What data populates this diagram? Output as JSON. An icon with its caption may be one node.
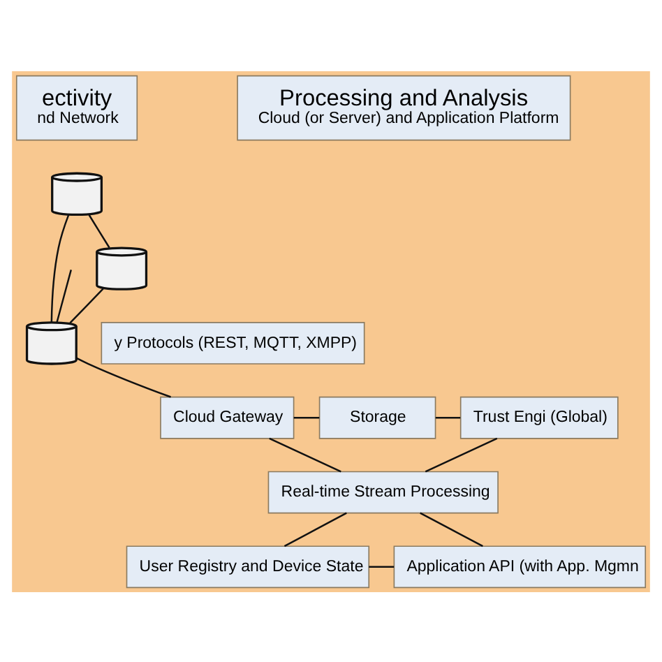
{
  "diagram": {
    "nodes": [
      {
        "text": [
          "ectivity",
          "nd Network"
        ]
      },
      {
        "text": [
          "Processing and Analysis",
          "Cloud (or Server) and Application Platform"
        ]
      },
      {
        "text": [],
        "shape": "cylinder"
      },
      {
        "text": [],
        "shape": "cylinder"
      },
      {
        "text": [],
        "shape": "cylinder"
      },
      {
        "text": [
          "Cloud Gateway"
        ]
      },
      {
        "text": [
          "Storage"
        ]
      },
      {
        "text": [
          "Trust Engi (Global)"
        ]
      },
      {
        "text": [
          "Real-time Stream Processing"
        ]
      },
      {
        "text": [
          "User Registry and Device State"
        ]
      },
      {
        "text": [
          "Application API (with App. Mgmn"
        ]
      },
      {
        "text": [
          "y Protocols (REST, MQTT, XMPP)"
        ]
      }
    ],
    "edges": [
      {
        "from": 2,
        "to": 3,
        "arrow": "none"
      },
      {
        "from": 2,
        "to": 4,
        "arrow": "none"
      },
      {
        "from": null,
        "to": 3,
        "arrow": "none"
      },
      {
        "from": 4,
        "to": 3,
        "arrow": "none"
      },
      {
        "from": 3,
        "to": 5,
        "arrow": "none"
      },
      {
        "from": 5,
        "to": 6,
        "arrow": "none"
      },
      {
        "from": 6,
        "to": 7,
        "arrow": "none"
      },
      {
        "from": 5,
        "to": 8,
        "arrow": "none"
      },
      {
        "from": 7,
        "to": 8,
        "arrow": "none"
      },
      {
        "from": 8,
        "to": 9,
        "arrow": "none"
      },
      {
        "from": 8,
        "to": 10,
        "arrow": "none"
      },
      {
        "from": 9,
        "to": 10,
        "arrow": "none"
      }
    ]
  }
}
